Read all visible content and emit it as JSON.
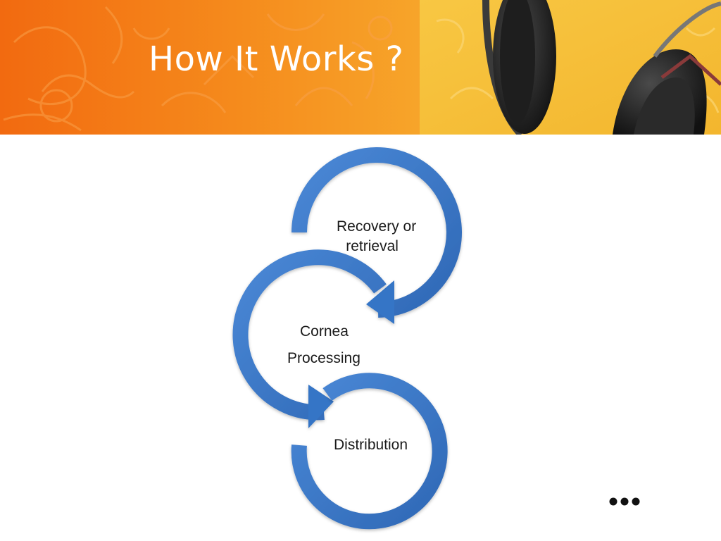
{
  "slide": {
    "title": "How It Works ?"
  },
  "diagram": {
    "steps": [
      {
        "line1": "Recovery or",
        "line2": "retrieval"
      },
      {
        "line1": "Cornea",
        "line2": "Processing"
      },
      {
        "line1": "Distribution"
      }
    ],
    "arrow_color": "#3b78c9",
    "arrow_edge_color": "#2c5ea3"
  },
  "banner": {
    "orange": "#f07d16",
    "yellow": "#f6c23a"
  },
  "icons": {
    "more": "more-dots-icon",
    "headphones": "headphones-photo"
  }
}
